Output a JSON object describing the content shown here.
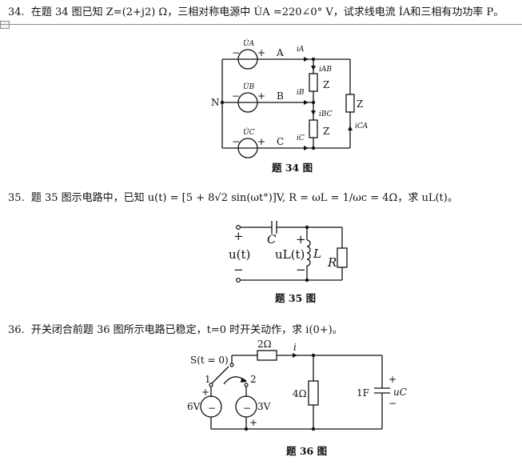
{
  "q34": {
    "num": "34.",
    "text": "在题 34 图已知 Z=(2+j2) Ω，三相对称电源中 U̇A =220∠0° V，试求线电流 İA和三相有功功率 P。",
    "caption": "题 34 图",
    "labels": {
      "N": "N",
      "A": "A",
      "B": "B",
      "C": "C",
      "ua": "U̇A",
      "ub": "U̇B",
      "uc": "U̇C",
      "ia": "iA",
      "ib": "iB",
      "ic": "iC",
      "iab": "iAB",
      "ibc": "iBC",
      "ica": "iCA",
      "z1": "Z",
      "z2": "Z",
      "z3": "Z",
      "minus": "−",
      "plus": "+"
    }
  },
  "q35": {
    "num": "35.",
    "text": "题 35 图示电路中，已知 u(t) = [5 + 8√2 sin(ωt°)]V, R = ωL = 1/ωc = 4Ω，求 uL(t)。",
    "caption": "题 35 图",
    "labels": {
      "u": "u(t)",
      "uL": "uL(t)",
      "C": "C",
      "L": "L",
      "R": "R",
      "plus": "+",
      "minus": "−"
    }
  },
  "q36": {
    "num": "36.",
    "text": "开关闭合前题 36 图所示电路已稳定，t=0 时开关动作，求 i(0+)。",
    "caption": "题 36 图",
    "labels": {
      "switch": "S(t = 0)",
      "pos1": "1",
      "pos2": "2",
      "r1": "2Ω",
      "r2": "4Ω",
      "cap": "1F",
      "uc": "uC",
      "i": "i",
      "v1": "6V",
      "v2": "3V",
      "plus": "+",
      "minus": "−"
    }
  }
}
